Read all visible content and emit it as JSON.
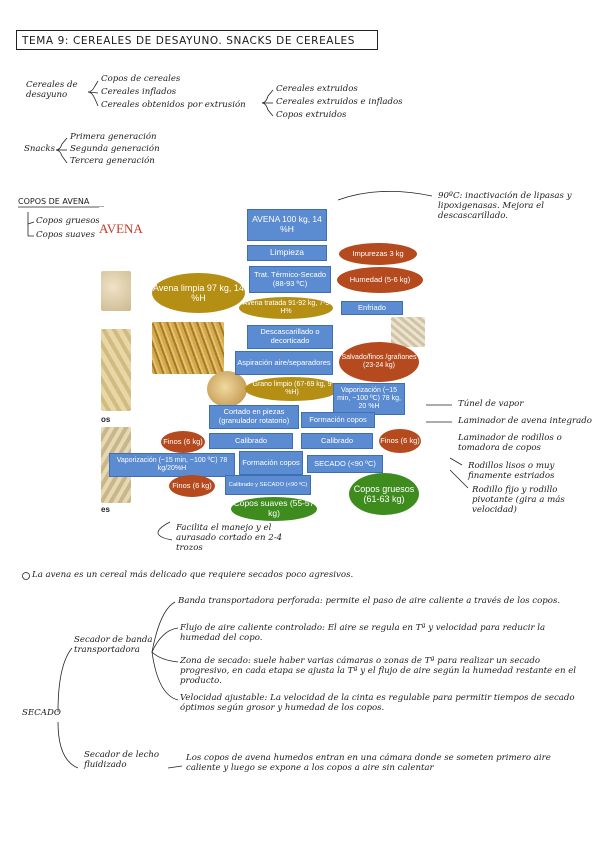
{
  "title": "TEMA 9: CEREALES DE DESAYUNO. SNACKS DE CEREALES",
  "cereales": {
    "label": "Cereales de desayuno",
    "items": [
      "Copos de cereales",
      "Cereales inflados",
      "Cereales obtenidos por extrusión"
    ],
    "extrusion_items": [
      "Cereales extruidos",
      "Cereales extruidos e inflados",
      "Copos extruidos"
    ]
  },
  "snacks": {
    "label": "Snacks",
    "items": [
      "Primera generación",
      "Segunda generación",
      "Tercera generación"
    ]
  },
  "copos_avena": {
    "heading": "COPOS DE AVENA",
    "items": [
      "Copos gruesos",
      "Copos suaves"
    ]
  },
  "diagram": {
    "title": "AVENA",
    "nodes": {
      "avena": "AVENA 100 kg, 14 %H",
      "limpieza": "Limpieza",
      "impurezas": "Impurezas 3 kg",
      "avena_limpia": "Avena limpia 97 kg, 14 %H",
      "trat_termico": "Trat. Térmico-Secado (88-93 ºC)",
      "humedad": "Humedad (5-6 kg)",
      "avena_tratada": "Avena tratada 91-92 kg, 7-9 H%",
      "enfriado": "Enfriado",
      "descascarillado": "Descascarillado o decorticado",
      "aspiracion": "Aspiración aire/separadores",
      "salvado": "Salvado/finos /grañones (23-24 kg)",
      "grano_limpio": "Grano limpio (67-69 kg, 9 %H)",
      "vaporizacion_top": "Vaporización (~15 min, ~100 ºC) 78 kg, 20 %H",
      "cortado": "Cortado en piezas (granulador rotatorio)",
      "formacion_copos_right": "Formación copos",
      "finos_left": "Finos (6 kg)",
      "calibrado_left": "Calibrado",
      "calibrado_right": "Calibrado",
      "finos_right": "Finos (6 kg)",
      "vaporizacion_left": "Vaporización (~15 min, ~100 ºC) 78 kg/20%H",
      "formacion_copos_left": "Formación copos",
      "secado": "SECADO (<90 ºC)",
      "finos_bottom": "Finos (6 kg)",
      "calibrado_secado": "Calibrado y SECADO (<90 ºC)",
      "copos_suaves": "Copos suaves (55-57 kg)",
      "copos_gruesos": "Copos gruesos (61-63 kg)",
      "side_os": "os",
      "side_es": "es"
    }
  },
  "annotations": {
    "temp": "90ºC: inactivación de lipasas y lipoxigenasas. Mejora el descascarillado.",
    "tunel": "Túnel de vapor",
    "laminador": "Laminador de avena integrado",
    "laminador2": "Laminador de rodillos o tomadora de copos",
    "rodillos": "Rodillos lisos o muy finamente estriados",
    "rodillo_fijo": "Rodillo fijo y rodillo pivotante (gira a más velocidad)",
    "facilita": "Facilita el manejo y el aurasado cortado en 2-4 trozos"
  },
  "note": "La avena es un cereal más delicado que requiere secados poco agresivos.",
  "secado": {
    "label": "SECADO",
    "banda": {
      "label": "Secador de banda transportadora",
      "items": [
        "Banda transportadora perforada: permite el paso de aire caliente a través de los copos.",
        "Flujo de aire caliente controlado: El aire se regula en Tª y velocidad para reducir la humedad del copo.",
        "Zona de secado: suele haber varias cámaras o zonas de Tª para realizar un secado progresivo, en cada etapa se ajusta la Tª y el flujo de aire según la humedad restante en el producto.",
        "Velocidad ajustable: La velocidad de la cinta es regulable para permitir tiempos de secado óptimos según grosor y humedad de los copos."
      ]
    },
    "lecho": {
      "label": "Secador de lecho fluidizado",
      "text": "Los copos de avena humedos entran en una cámara donde se someten primero aire caliente y luego se expone a los copos a aire sin calentar"
    }
  },
  "colors": {
    "blue": "#5b8bd0",
    "red": "#b54a1e",
    "olive": "#b48f13",
    "green": "#3e8c1e",
    "title_red": "#c53b25"
  }
}
